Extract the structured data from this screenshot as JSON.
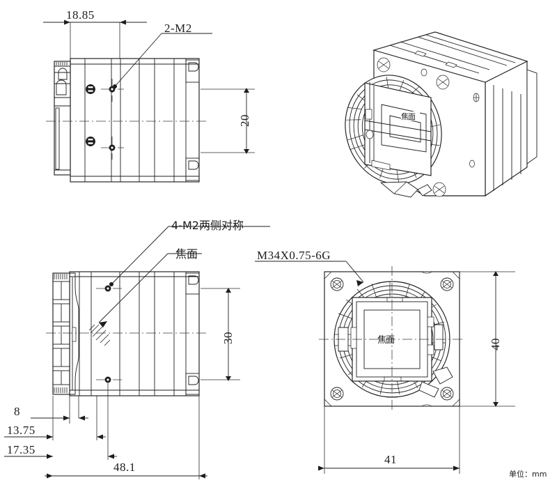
{
  "drawing": {
    "title": "Industrial Camera Mechanical Dimension Drawing",
    "unit_note": "单位：mm",
    "line_color": "#1d1d1d",
    "background": "#ffffff"
  },
  "views": {
    "top_left": {
      "name": "side-view-top",
      "labels": [
        {
          "id": "d_18_85",
          "text": "18.85",
          "kind": "linear-dimension"
        },
        {
          "id": "note_2m2",
          "text": "2-M2",
          "kind": "callout"
        },
        {
          "id": "d_20",
          "text": "20",
          "kind": "linear-dimension",
          "rotated": true
        }
      ]
    },
    "top_right": {
      "name": "isometric-view",
      "labels": [
        {
          "id": "focal_plane_iso",
          "text": "焦面",
          "kind": "annotation"
        }
      ]
    },
    "bottom_left": {
      "name": "side-view-bottom",
      "labels": [
        {
          "id": "note_4m2",
          "text": "4-M2两侧对称",
          "kind": "callout"
        },
        {
          "id": "note_focal",
          "text": "焦面",
          "kind": "callout"
        },
        {
          "id": "d_30",
          "text": "30",
          "kind": "linear-dimension",
          "rotated": true
        },
        {
          "id": "d_8",
          "text": "8",
          "kind": "linear-dimension"
        },
        {
          "id": "d_13_75",
          "text": "13.75",
          "kind": "linear-dimension"
        },
        {
          "id": "d_17_35",
          "text": "17.35",
          "kind": "linear-dimension"
        },
        {
          "id": "d_48_1",
          "text": "48.1",
          "kind": "linear-dimension"
        }
      ]
    },
    "bottom_right": {
      "name": "front-view",
      "labels": [
        {
          "id": "thread_spec",
          "text": "M34X0.75-6G",
          "kind": "callout"
        },
        {
          "id": "focal_plane_front",
          "text": "焦面",
          "kind": "annotation"
        },
        {
          "id": "d_40",
          "text": "40",
          "kind": "linear-dimension",
          "rotated": true
        },
        {
          "id": "d_41",
          "text": "41",
          "kind": "linear-dimension"
        }
      ]
    }
  },
  "dimensions": {
    "d_18_85": "18.85",
    "d_20": "20",
    "d_30": "30",
    "d_40": "40",
    "d_41": "41",
    "d_8": "8",
    "d_13_75": "13.75",
    "d_17_35": "17.35",
    "d_48_1": "48.1"
  },
  "callouts": {
    "two_m2": "2-M2",
    "four_m2_symmetric": "4-M2两侧对称",
    "focal_plane": "焦面",
    "thread": "M34X0.75-6G"
  },
  "annotations": {
    "focal_plane_iso": "焦面",
    "focal_plane_front": "焦面",
    "unit": "单位：mm"
  }
}
